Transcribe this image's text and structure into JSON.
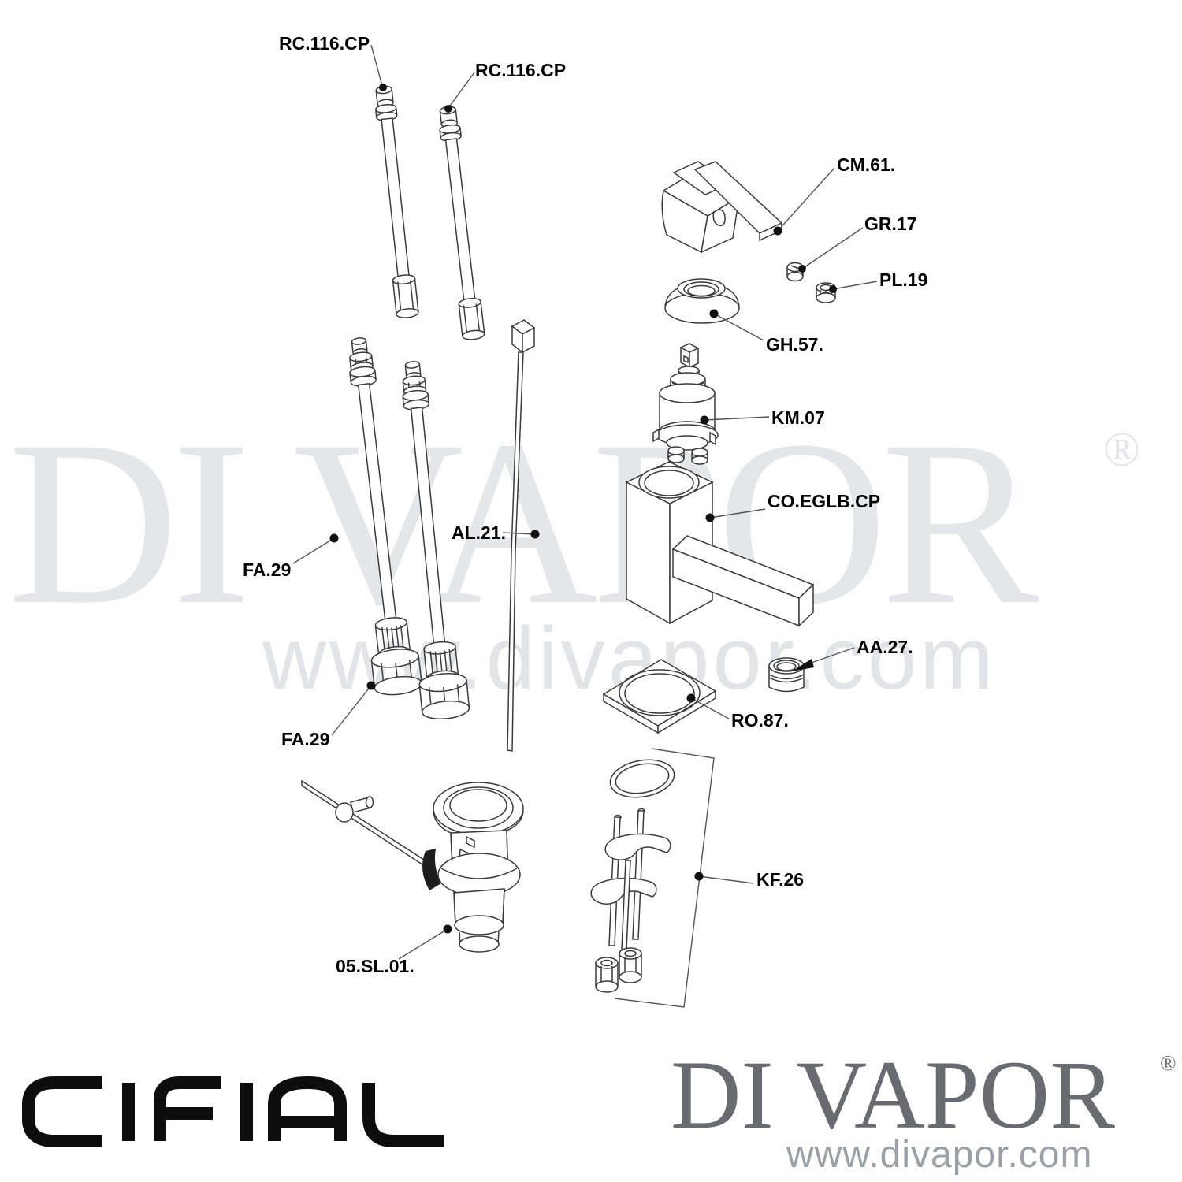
{
  "watermark": {
    "brand": "DI VAPOR",
    "registered": "®",
    "url": "www.divapor.com"
  },
  "footer": {
    "left_logo": "CIFIAL",
    "right_brand": "DI VAPOR",
    "right_registered": "®",
    "right_url": "www.divapor.com"
  },
  "diagram": {
    "type": "exploded-parts-diagram",
    "labels": [
      {
        "text": "RC.116.CP",
        "refers_to": "flexible-tail-top-left"
      },
      {
        "text": "RC.116.CP",
        "refers_to": "flexible-tail-top-right"
      },
      {
        "text": "CM.61.",
        "refers_to": "lever-handle"
      },
      {
        "text": "GR.17",
        "refers_to": "grub-screw"
      },
      {
        "text": "PL.19",
        "refers_to": "plug"
      },
      {
        "text": "GH.57.",
        "refers_to": "handle-dome-ring"
      },
      {
        "text": "KM.07",
        "refers_to": "ceramic-cartridge"
      },
      {
        "text": "CO.EGLB.CP",
        "refers_to": "tap-body-with-spout"
      },
      {
        "text": "AA.27.",
        "refers_to": "aerator"
      },
      {
        "text": "RO.87.",
        "refers_to": "square-base-plate"
      },
      {
        "text": "KF.26",
        "refers_to": "fixing-kit"
      },
      {
        "text": "FA.29",
        "refers_to": "flexible-hose-upper"
      },
      {
        "text": "FA.29",
        "refers_to": "flexible-hose-lower"
      },
      {
        "text": "AL.21.",
        "refers_to": "pop-up-rod"
      },
      {
        "text": "05.SL.01.",
        "refers_to": "pop-up-waste"
      }
    ]
  }
}
